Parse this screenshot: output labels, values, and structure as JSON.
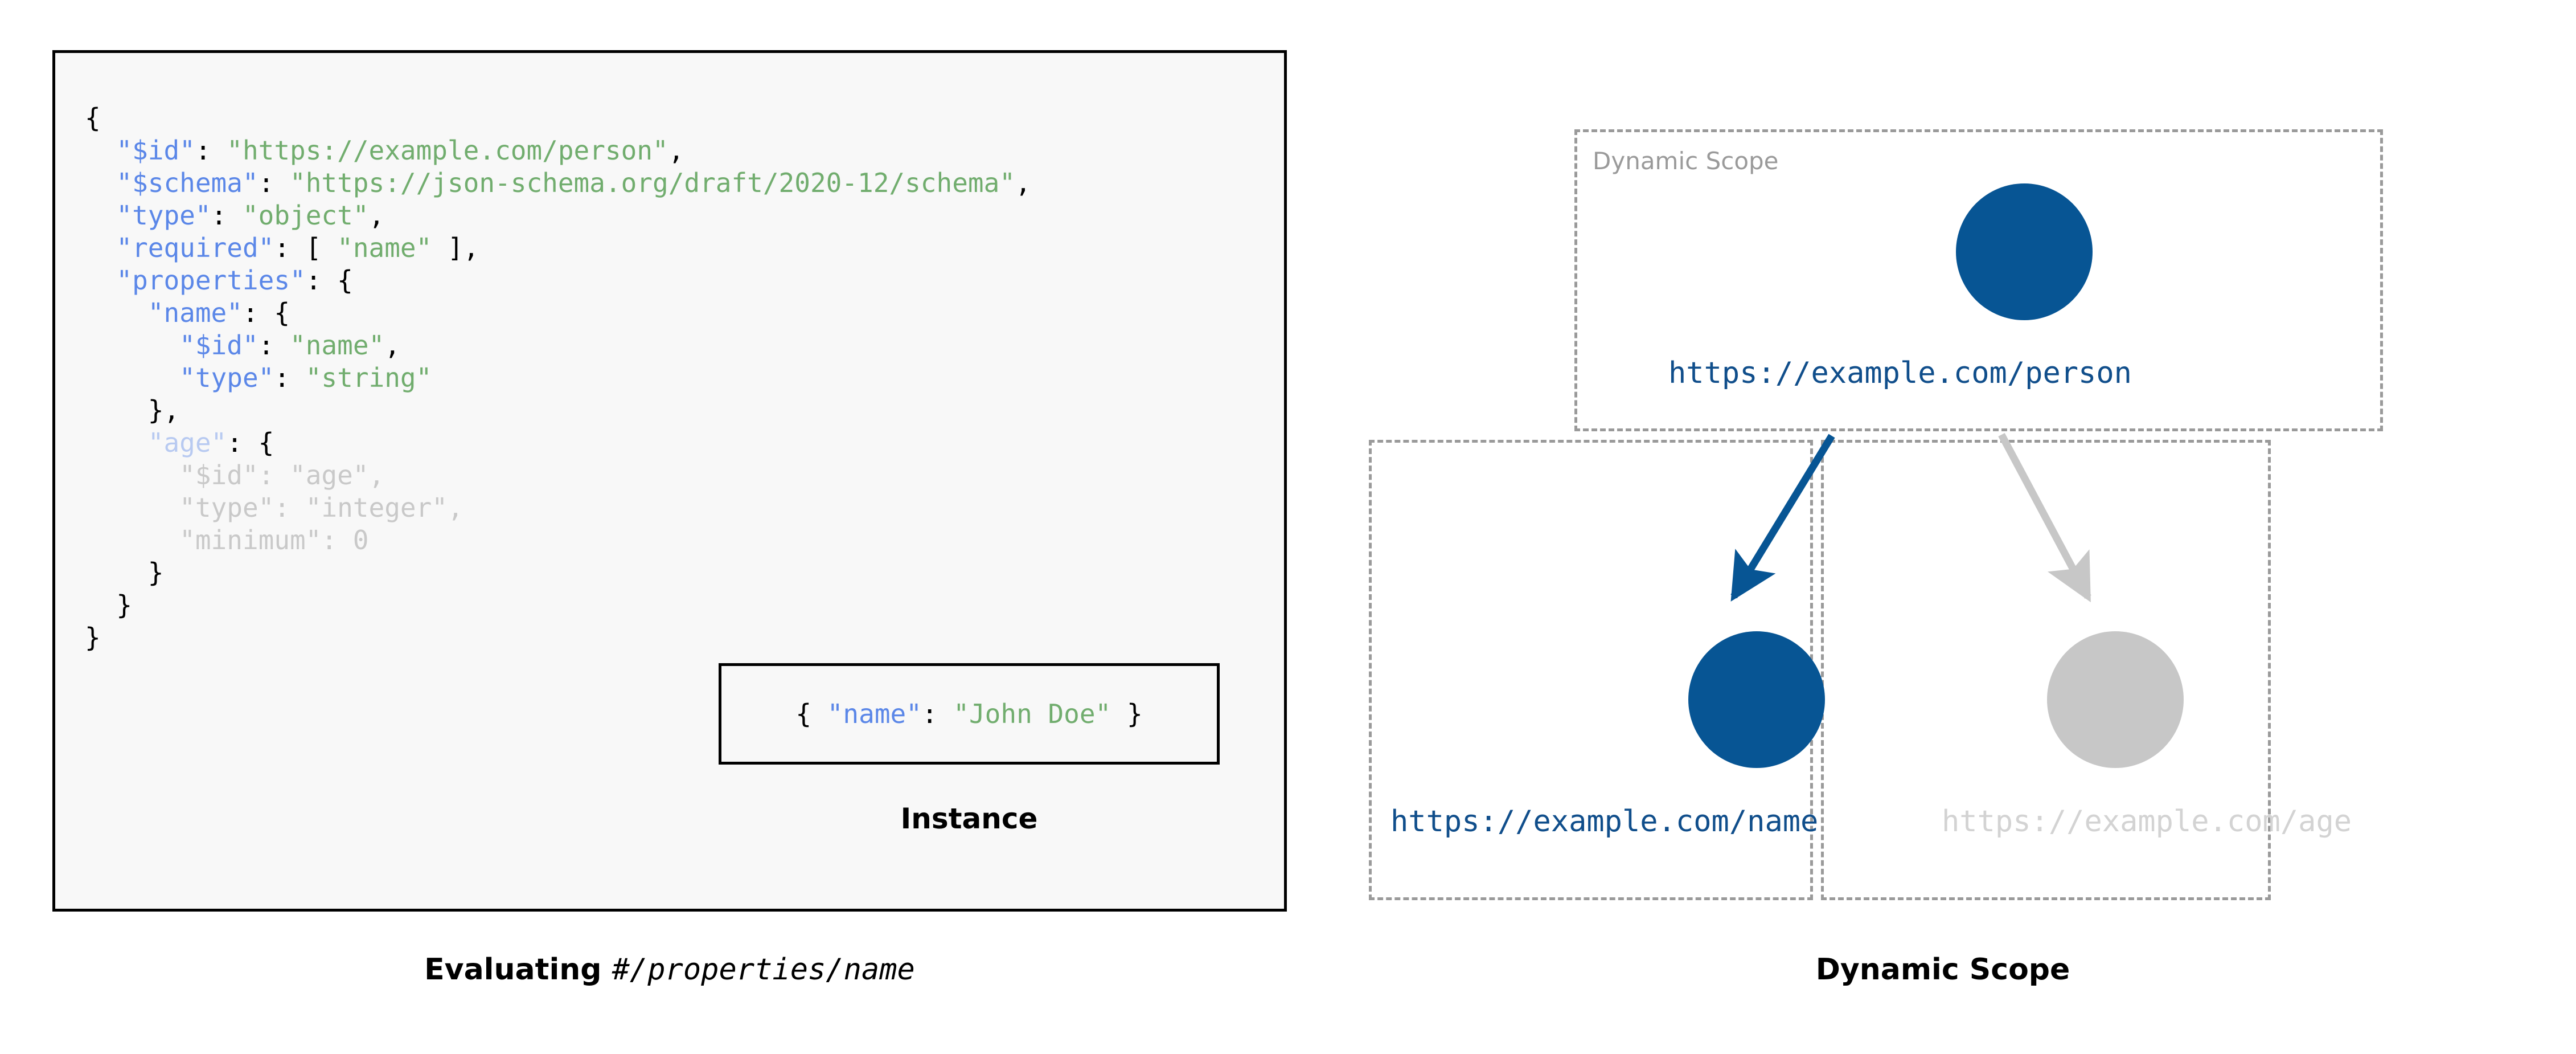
{
  "schema_panel": {
    "lines": [
      [
        {
          "t": "{",
          "c": "pun"
        }
      ],
      [
        {
          "t": "  ",
          "c": "pun"
        },
        {
          "t": "\"$id\"",
          "c": "key"
        },
        {
          "t": ": ",
          "c": "pun"
        },
        {
          "t": "\"https://example.com/person\"",
          "c": "str"
        },
        {
          "t": ",",
          "c": "pun"
        }
      ],
      [
        {
          "t": "  ",
          "c": "pun"
        },
        {
          "t": "\"$schema\"",
          "c": "key"
        },
        {
          "t": ": ",
          "c": "pun"
        },
        {
          "t": "\"https://json-schema.org/draft/2020-12/schema\"",
          "c": "str"
        },
        {
          "t": ",",
          "c": "pun"
        }
      ],
      [
        {
          "t": "  ",
          "c": "pun"
        },
        {
          "t": "\"type\"",
          "c": "key"
        },
        {
          "t": ": ",
          "c": "pun"
        },
        {
          "t": "\"object\"",
          "c": "str"
        },
        {
          "t": ",",
          "c": "pun"
        }
      ],
      [
        {
          "t": "  ",
          "c": "pun"
        },
        {
          "t": "\"required\"",
          "c": "key"
        },
        {
          "t": ": [ ",
          "c": "pun"
        },
        {
          "t": "\"name\"",
          "c": "str"
        },
        {
          "t": " ],",
          "c": "pun"
        }
      ],
      [
        {
          "t": "  ",
          "c": "pun"
        },
        {
          "t": "\"properties\"",
          "c": "key"
        },
        {
          "t": ": {",
          "c": "pun"
        }
      ],
      [
        {
          "t": "    ",
          "c": "pun"
        },
        {
          "t": "\"name\"",
          "c": "key"
        },
        {
          "t": ": {",
          "c": "pun"
        }
      ],
      [
        {
          "t": "      ",
          "c": "pun"
        },
        {
          "t": "\"$id\"",
          "c": "key"
        },
        {
          "t": ": ",
          "c": "pun"
        },
        {
          "t": "\"name\"",
          "c": "str"
        },
        {
          "t": ",",
          "c": "pun"
        }
      ],
      [
        {
          "t": "      ",
          "c": "pun"
        },
        {
          "t": "\"type\"",
          "c": "key"
        },
        {
          "t": ": ",
          "c": "pun"
        },
        {
          "t": "\"string\"",
          "c": "str"
        }
      ],
      [
        {
          "t": "    },",
          "c": "pun"
        }
      ],
      [
        {
          "t": "    ",
          "c": "pun"
        },
        {
          "t": "\"age\"",
          "c": "dim-key"
        },
        {
          "t": ": {",
          "c": "pun"
        }
      ],
      [
        {
          "t": "      \"$id\": \"age\",",
          "c": "dim"
        }
      ],
      [
        {
          "t": "      \"type\": \"integer\",",
          "c": "dim"
        }
      ],
      [
        {
          "t": "      \"minimum\": 0",
          "c": "dim"
        }
      ],
      [
        {
          "t": "    }",
          "c": "pun"
        }
      ],
      [
        {
          "t": "  }",
          "c": "pun"
        }
      ],
      [
        {
          "t": "}",
          "c": "pun"
        }
      ]
    ]
  },
  "instance": {
    "segments": [
      {
        "t": "{ ",
        "c": "pun"
      },
      {
        "t": "\"name\"",
        "c": "key"
      },
      {
        "t": ": ",
        "c": "pun"
      },
      {
        "t": "\"John Doe\"",
        "c": "str"
      },
      {
        "t": " }",
        "c": "pun"
      }
    ],
    "caption": "Instance"
  },
  "left_caption": {
    "bold_text": "Evaluating ",
    "mono_text": "#/properties/name"
  },
  "diagram": {
    "caption": "Dynamic Scope",
    "scope_label": "Dynamic Scope",
    "nodes": [
      {
        "id": "person",
        "label": "https://example.com/person",
        "state": "active"
      },
      {
        "id": "name",
        "label": "https://example.com/name",
        "state": "active"
      },
      {
        "id": "age",
        "label": "https://example.com/age",
        "state": "inactive"
      }
    ],
    "edges": [
      {
        "from": "person",
        "to": "name",
        "state": "active"
      },
      {
        "from": "person",
        "to": "age",
        "state": "inactive"
      }
    ]
  },
  "colors": {
    "accent_blue": "#075594",
    "label_blue": "#104e8b",
    "key_blue": "#5b87e8",
    "string_green": "#71ad6e",
    "inactive_gray": "#c7c7c7",
    "dashed_gray": "#9a9a9a",
    "panel_bg": "#f8f8f8",
    "panel_border": "#000000"
  }
}
